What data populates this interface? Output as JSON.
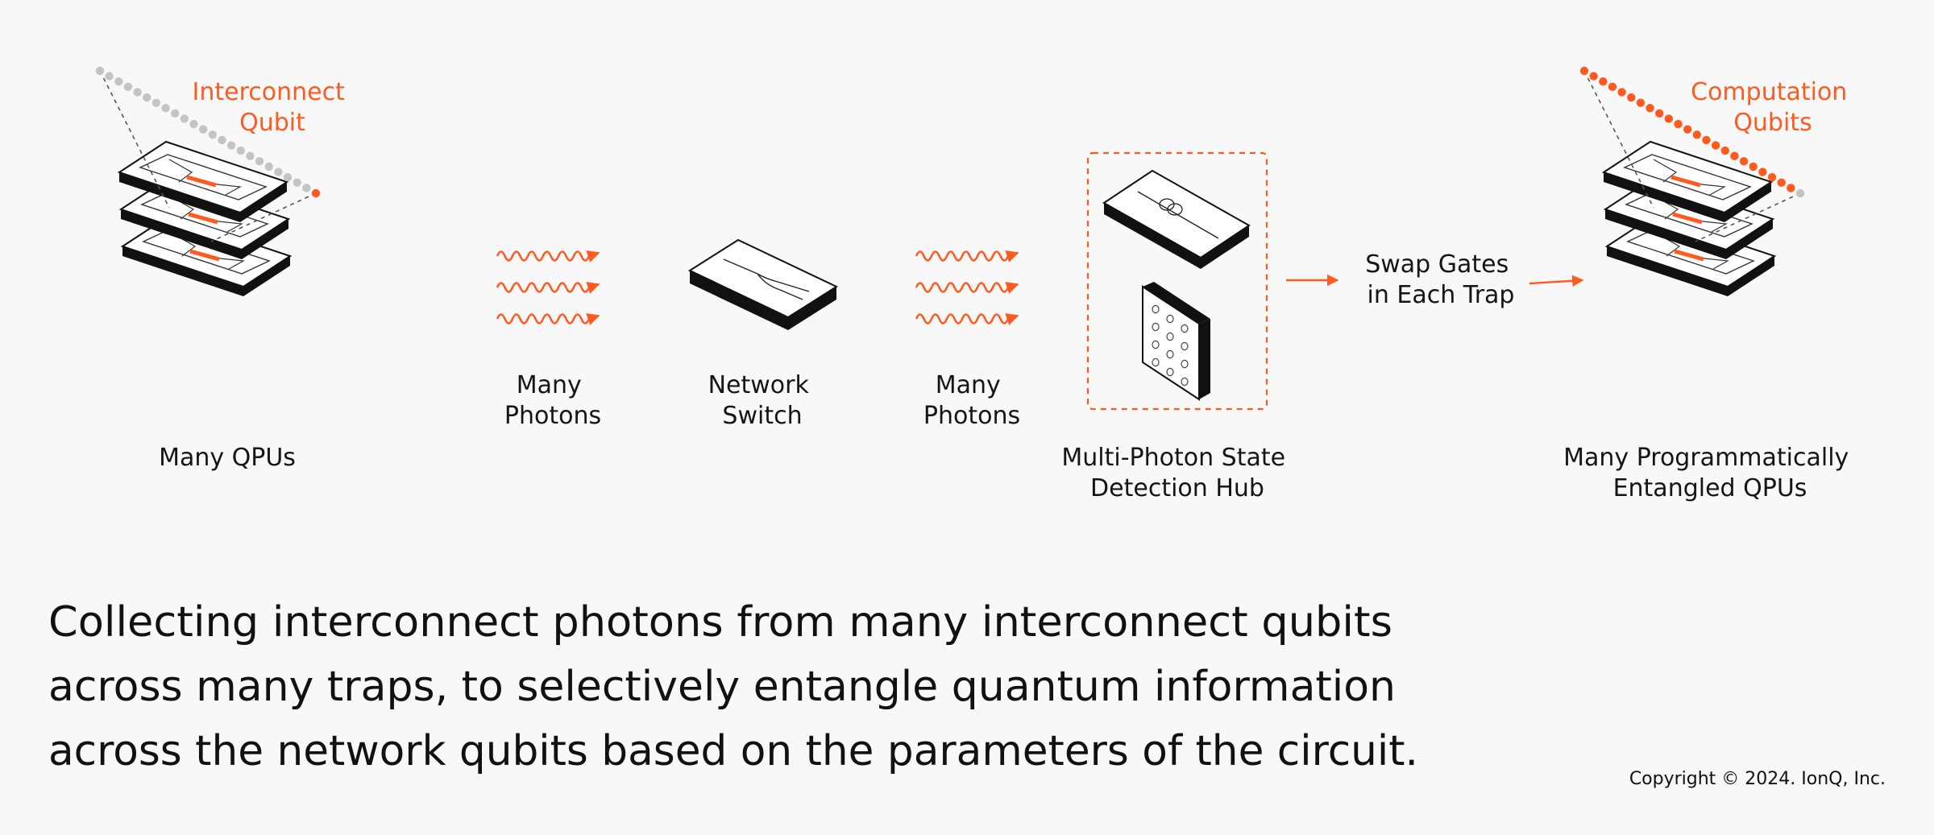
{
  "colors": {
    "accent": "#ff5a1f",
    "ink": "#111111",
    "background": "#f8f8f8",
    "dot_gray": "#c4c4c4"
  },
  "annotations": {
    "interconnect_qubit": [
      "Interconnect",
      "Qubit"
    ],
    "computation_qubits": [
      "Computation",
      "Qubits"
    ]
  },
  "stages": {
    "many_qpus": [
      "Many QPUs"
    ],
    "photons_1": [
      "Many",
      "Photons"
    ],
    "network_switch": [
      "Network",
      "Switch"
    ],
    "photons_2": [
      "Many",
      "Photons"
    ],
    "detection_hub": [
      "Multi-Photon State",
      "Detection Hub"
    ],
    "swap_gates": [
      "Swap Gates",
      "in Each Trap"
    ],
    "entangled_qpus": [
      "Many Programmatically",
      "Entangled QPUs"
    ]
  },
  "caption": [
    "Collecting interconnect photons from many interconnect qubits",
    "across many traps, to selectively entangle quantum information",
    "across the network qubits based on the parameters of the circuit."
  ],
  "copyright": "Copyright © 2024. IonQ, Inc."
}
